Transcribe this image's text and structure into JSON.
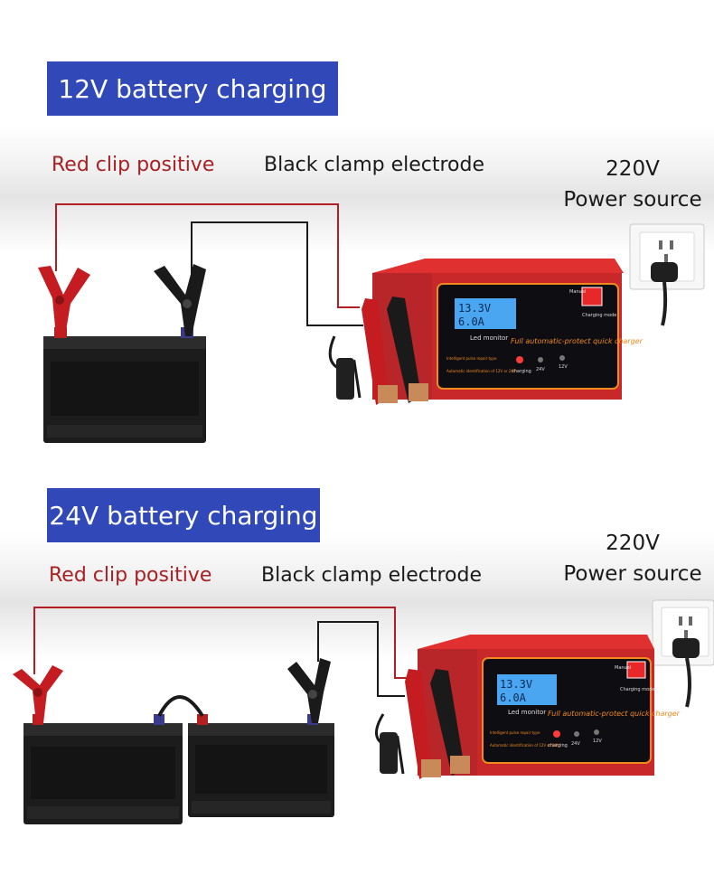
{
  "panels": [
    {
      "title": "12V battery charging",
      "red_clip_label": "Red clip positive",
      "black_clamp_label": "Black clamp electrode",
      "power_voltage": "220V",
      "power_label": "Power source"
    },
    {
      "title": "24V battery charging",
      "red_clip_label": "Red clip positive",
      "black_clamp_label": "Black clamp electrode",
      "power_voltage": "220V",
      "power_label": "Power source"
    }
  ],
  "charger": {
    "lcd_voltage": "13.3V",
    "lcd_current": "6.0A",
    "lcd_caption": "Led monitor",
    "brand_text": "Full automatic-protect quick charger",
    "switch_caption": "Charging mode",
    "manual_label": "Manual",
    "indicator_labels": [
      "charging",
      "24V",
      "12V"
    ],
    "feature_lines": [
      "Intelligent pulse repair type",
      "Automatic identification of 12V or 24V"
    ]
  },
  "colors": {
    "title_bg": "#3148b8",
    "red_label": "#a82024",
    "charger_body": "#c8282a",
    "charger_trim": "#f08a1c",
    "lcd": "#4aa6f0",
    "battery": "#1c1c1c"
  }
}
